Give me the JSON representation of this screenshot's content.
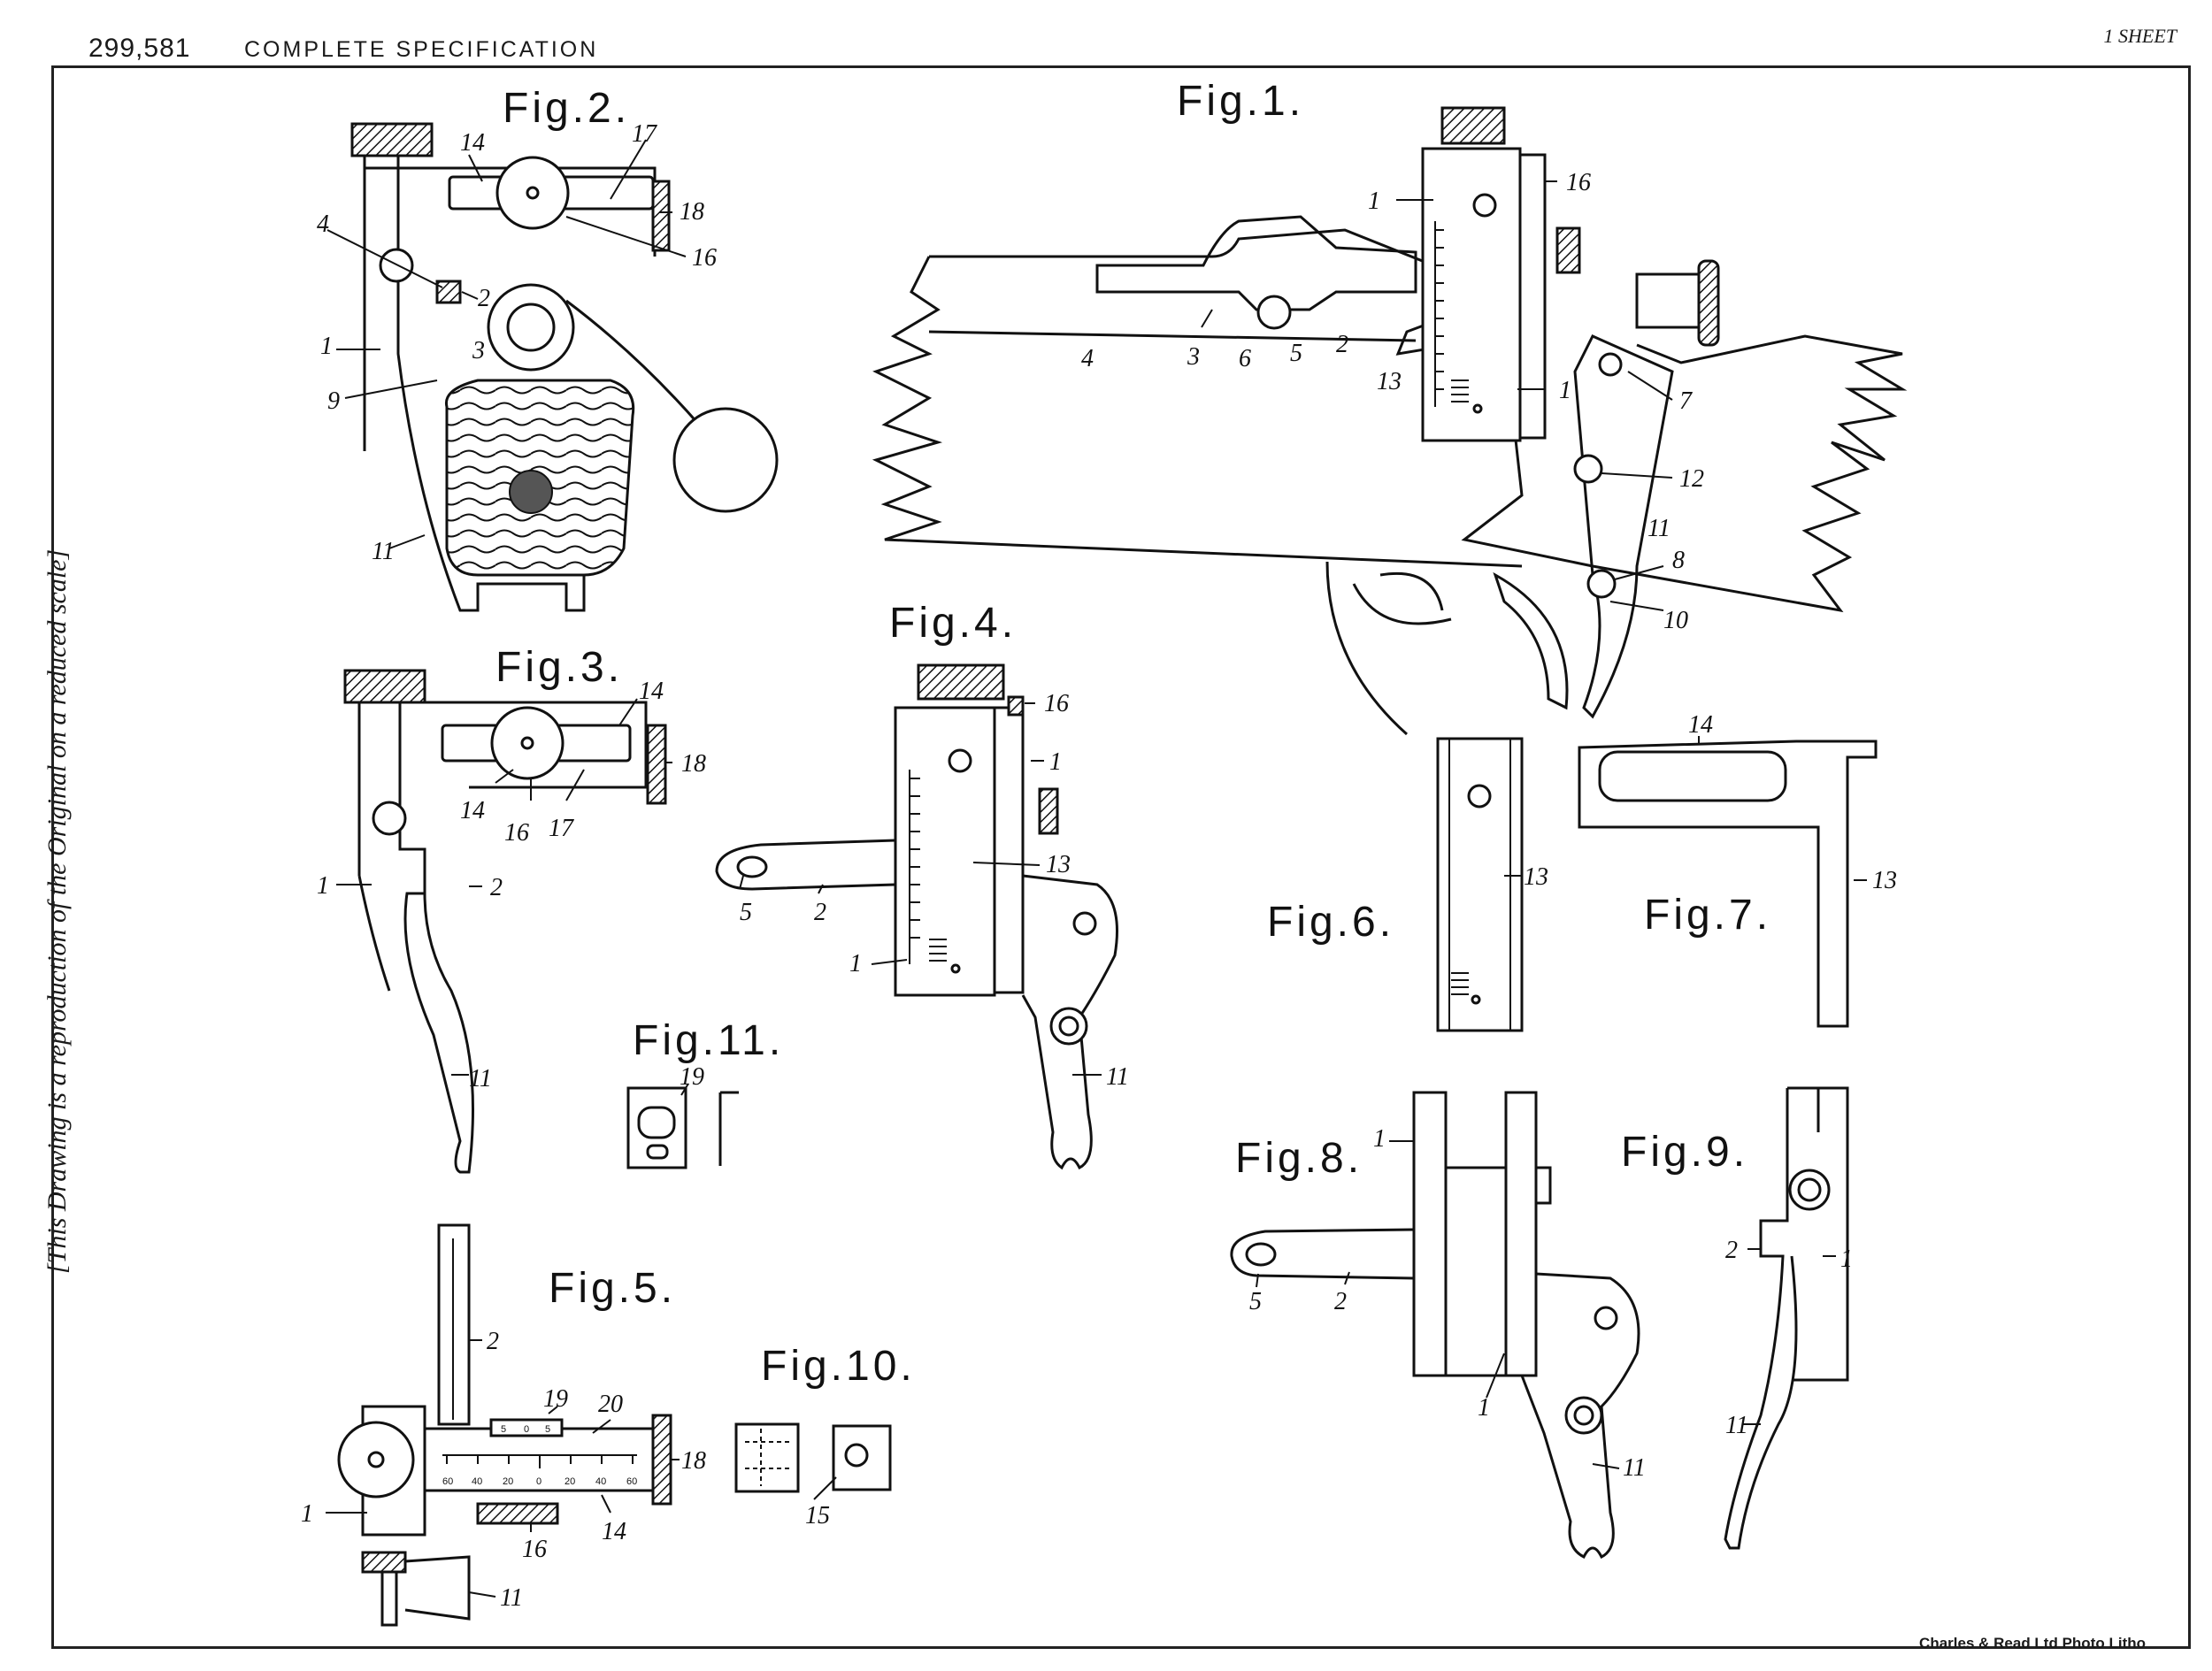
{
  "header": {
    "spec_number": "299,581",
    "spec_title": "COMPLETE SPECIFICATION",
    "sheets": "1 SHEET"
  },
  "side_note": "[This Drawing is a reproduction of the Original on a reduced scale]",
  "printer": "Charles & Read Ltd Photo Litho",
  "figures": {
    "fig1": {
      "label": "Fig.1.",
      "refs": [
        "1",
        "16",
        "4",
        "3",
        "6",
        "5",
        "2",
        "13",
        "1",
        "7",
        "12",
        "11",
        "8",
        "10"
      ]
    },
    "fig2": {
      "label": "Fig.2.",
      "refs": [
        "14",
        "17",
        "18",
        "16",
        "4",
        "2",
        "1",
        "3",
        "9",
        "11"
      ]
    },
    "fig3": {
      "label": "Fig.3.",
      "refs": [
        "14",
        "18",
        "14",
        "16",
        "17",
        "1",
        "2",
        "11"
      ]
    },
    "fig4": {
      "label": "Fig.4.",
      "refs": [
        "16",
        "1",
        "13",
        "5",
        "2",
        "1",
        "11"
      ]
    },
    "fig5": {
      "label": "Fig.5.",
      "refs": [
        "2",
        "19",
        "20",
        "18",
        "1",
        "16",
        "14",
        "11"
      ],
      "scale": [
        "60",
        "40",
        "20",
        "0",
        "20",
        "40",
        "60"
      ],
      "small_scale": [
        "5",
        "0",
        "5"
      ]
    },
    "fig6": {
      "label": "Fig.6.",
      "refs": [
        "13"
      ]
    },
    "fig7": {
      "label": "Fig.7.",
      "refs": [
        "14",
        "13"
      ]
    },
    "fig8": {
      "label": "Fig.8.",
      "refs": [
        "1",
        "5",
        "2",
        "1",
        "11"
      ]
    },
    "fig9": {
      "label": "Fig.9.",
      "refs": [
        "2",
        "1",
        "11"
      ]
    },
    "fig10": {
      "label": "Fig.10.",
      "refs": [
        "15"
      ]
    },
    "fig11": {
      "label": "Fig.11.",
      "refs": [
        "19"
      ]
    }
  }
}
